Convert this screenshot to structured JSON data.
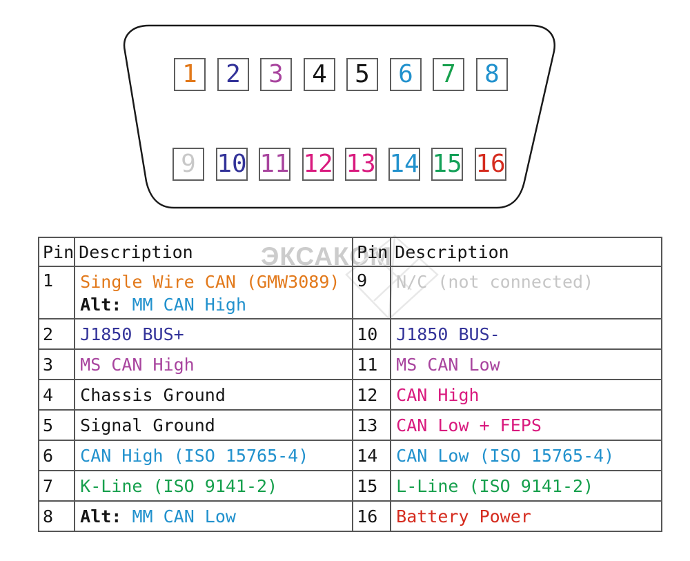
{
  "connector": {
    "pins_top": [
      {
        "num": "1",
        "color": "#e2791b"
      },
      {
        "num": "2",
        "color": "#333399"
      },
      {
        "num": "3",
        "color": "#a8449e"
      },
      {
        "num": "4",
        "color": "#161616"
      },
      {
        "num": "5",
        "color": "#161616"
      },
      {
        "num": "6",
        "color": "#2191cd"
      },
      {
        "num": "7",
        "color": "#17a04d"
      },
      {
        "num": "8",
        "color": "#2191cd"
      }
    ],
    "pins_bottom": [
      {
        "num": "9",
        "color": "#c8c8c8"
      },
      {
        "num": "10",
        "color": "#333399"
      },
      {
        "num": "11",
        "color": "#a8449e"
      },
      {
        "num": "12",
        "color": "#d91a7e"
      },
      {
        "num": "13",
        "color": "#d91a7e"
      },
      {
        "num": "14",
        "color": "#2191cd"
      },
      {
        "num": "15",
        "color": "#14a058"
      },
      {
        "num": "16",
        "color": "#d52b1e"
      }
    ]
  },
  "watermark": {
    "text": "ЭКСАКОМ"
  },
  "table": {
    "header": [
      "Pin",
      "Description",
      "Pin",
      "Description"
    ],
    "rows": [
      {
        "left_pin": "1",
        "left": [
          {
            "text": "Single Wire CAN (GMW3089)",
            "color": "#e2791b"
          },
          {
            "text": "Alt:",
            "color": "#161616"
          },
          {
            "text": "MM CAN High",
            "color": "#2191cd"
          }
        ],
        "right_pin": "9",
        "right": [
          {
            "text": "N/C (not connected)",
            "color": "#c6c6c6"
          }
        ]
      },
      {
        "left_pin": "2",
        "left": [
          {
            "text": "J1850 BUS+",
            "color": "#333399"
          }
        ],
        "right_pin": "10",
        "right": [
          {
            "text": "J1850 BUS-",
            "color": "#333399"
          }
        ]
      },
      {
        "left_pin": "3",
        "left": [
          {
            "text": "MS CAN High",
            "color": "#a8449e"
          }
        ],
        "right_pin": "11",
        "right": [
          {
            "text": "MS CAN Low",
            "color": "#a8449e"
          }
        ]
      },
      {
        "left_pin": "4",
        "left": [
          {
            "text": "Chassis Ground",
            "color": "#161616"
          }
        ],
        "right_pin": "12",
        "right": [
          {
            "text": "CAN High",
            "color": "#d91a7e"
          }
        ]
      },
      {
        "left_pin": "5",
        "left": [
          {
            "text": "Signal Ground",
            "color": "#161616"
          }
        ],
        "right_pin": "13",
        "right": [
          {
            "text": "CAN Low + FEPS",
            "color": "#d91a7e"
          }
        ]
      },
      {
        "left_pin": "6",
        "left": [
          {
            "text": "CAN High (ISO 15765-4)",
            "color": "#2191cd"
          }
        ],
        "right_pin": "14",
        "right": [
          {
            "text": "CAN Low (ISO 15765-4)",
            "color": "#2191cd"
          }
        ]
      },
      {
        "left_pin": "7",
        "left": [
          {
            "text": "K-Line (ISO 9141-2)",
            "color": "#17a04d"
          }
        ],
        "right_pin": "15",
        "right": [
          {
            "text": "L-Line (ISO 9141-2)",
            "color": "#17a04d"
          }
        ]
      },
      {
        "left_pin": "8",
        "left": [
          {
            "text": "Alt:",
            "color": "#161616"
          },
          {
            "text": "MM CAN Low",
            "color": "#2191cd"
          }
        ],
        "right_pin": "16",
        "right": [
          {
            "text": "Battery Power",
            "color": "#d52b1e"
          }
        ]
      }
    ]
  }
}
